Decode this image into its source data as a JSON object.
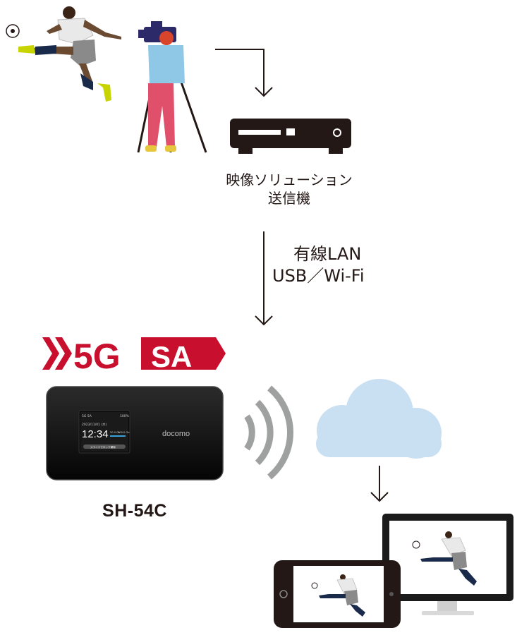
{
  "encoder": {
    "line1": "映像ソリューション",
    "line2": "送信機"
  },
  "connection": {
    "line1": "有線LAN",
    "line2": "USB／Wi-Fi"
  },
  "badge": {
    "prefix": "》",
    "five_g": "5G",
    "sa": "SA",
    "color": "#c8102e"
  },
  "router": {
    "model": "SH-54C",
    "brand": "docomo",
    "screen": {
      "network": "5G SA",
      "battery": "100%",
      "date": "2023/11/01 (水)",
      "time": "12:34",
      "speed1": "50.0 Gb",
      "speed2": "100.0 Gb",
      "unlock_hint": "スライドでロック解除"
    }
  },
  "colors": {
    "cloud": "#c9dff2",
    "wifi_waves": "#9fa0a0",
    "arrow": "#231815",
    "device": "#231815"
  }
}
